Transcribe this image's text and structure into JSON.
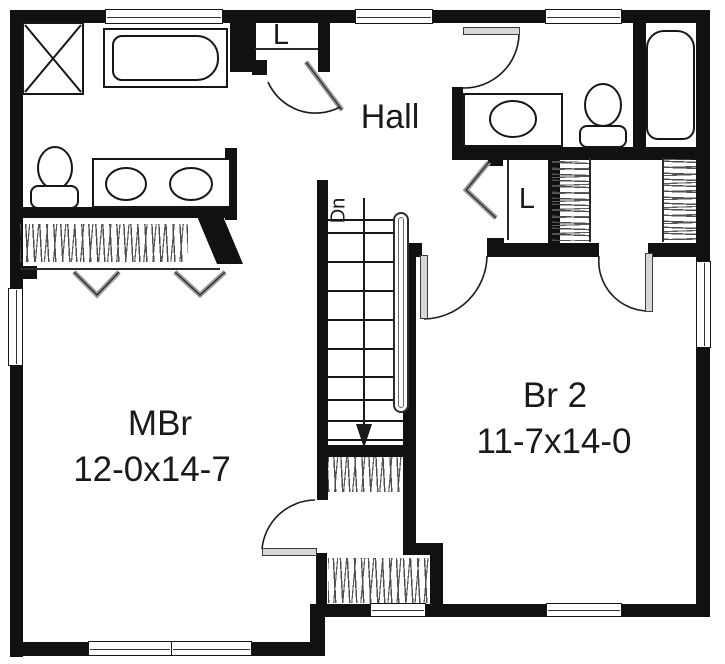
{
  "rooms": {
    "hall": {
      "label": "Hall"
    },
    "master_bedroom": {
      "label": "MBr",
      "dimensions": "12-0x14-7"
    },
    "bedroom_2": {
      "label": "Br 2",
      "dimensions": "11-7x14-0"
    }
  },
  "closets": {
    "linen_master": {
      "label": "L"
    },
    "linen_hall": {
      "label": "L"
    }
  },
  "stairs": {
    "direction_label": "Dn"
  },
  "colors": {
    "wall": "#111111",
    "door_leaf": "#d6d6d6",
    "text": "#1a1a1a",
    "background": "#ffffff"
  },
  "icons": [
    "shower-icon",
    "bathtub-icon",
    "toilet-icon",
    "sink-icon",
    "vanity-icon",
    "closet-hatch-icon",
    "door-swing-icon",
    "window-icon",
    "stair-icon",
    "handrail-icon",
    "down-arrow-icon"
  ]
}
